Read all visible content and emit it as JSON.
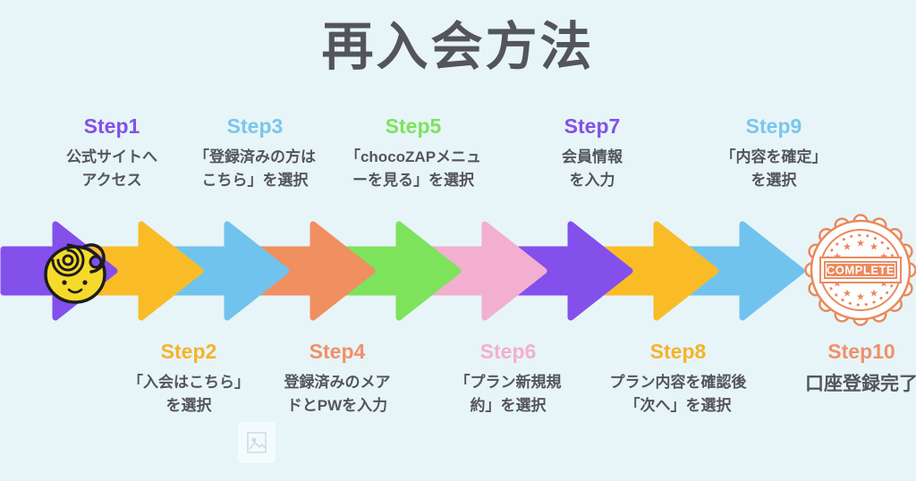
{
  "page": {
    "title": "再入会方法",
    "title_color": "#54555B",
    "text_color": "#54555B",
    "background": "#E7F5F8"
  },
  "steps": [
    {
      "num": "Step1",
      "color": "#8350EB",
      "desc": "公式サイトへ\nアクセス"
    },
    {
      "num": "Step2",
      "color": "#F5B32A",
      "desc": "「入会はこちら」\nを選択"
    },
    {
      "num": "Step3",
      "color": "#7CC5EC",
      "desc": "「登録済みの方は\nこちら」を選択"
    },
    {
      "num": "Step4",
      "color": "#F0906A",
      "desc": "登録済みのメア\nドとPWを入力"
    },
    {
      "num": "Step5",
      "color": "#7DE35C",
      "desc": "「chocoZAPメニュ\nーを見る」を選択"
    },
    {
      "num": "Step6",
      "color": "#F3AFD0",
      "desc": "「プラン新規規\n約」を選択"
    },
    {
      "num": "Step7",
      "color": "#8350EB",
      "desc": "会員情報\nを入力"
    },
    {
      "num": "Step8",
      "color": "#F5B32A",
      "desc": "プラン内容を確認後\n「次へ」を選択"
    },
    {
      "num": "Step9",
      "color": "#7CC5EC",
      "desc": "「内容を確定」\nを選択"
    },
    {
      "num": "Step10",
      "color": "#F0906A",
      "desc": "口座登録完了"
    }
  ],
  "arrows": [
    {
      "name": "arrow-step1",
      "color": "#8350EB"
    },
    {
      "name": "arrow-step2",
      "color": "#F9BC27"
    },
    {
      "name": "arrow-step3",
      "color": "#70C3ED"
    },
    {
      "name": "arrow-step4",
      "color": "#F08F60"
    },
    {
      "name": "arrow-step5",
      "color": "#7DE35C"
    },
    {
      "name": "arrow-step6",
      "color": "#F3AFD0"
    },
    {
      "name": "arrow-step7",
      "color": "#8350EB"
    },
    {
      "name": "arrow-step8",
      "color": "#F9BC27"
    },
    {
      "name": "arrow-step9",
      "color": "#70C3ED"
    }
  ],
  "badge": {
    "label": "COMPLETE",
    "color": "#E9895E"
  },
  "mascot": {
    "body_color": "#F6DA2B",
    "outline_color": "#1C1C1C"
  }
}
